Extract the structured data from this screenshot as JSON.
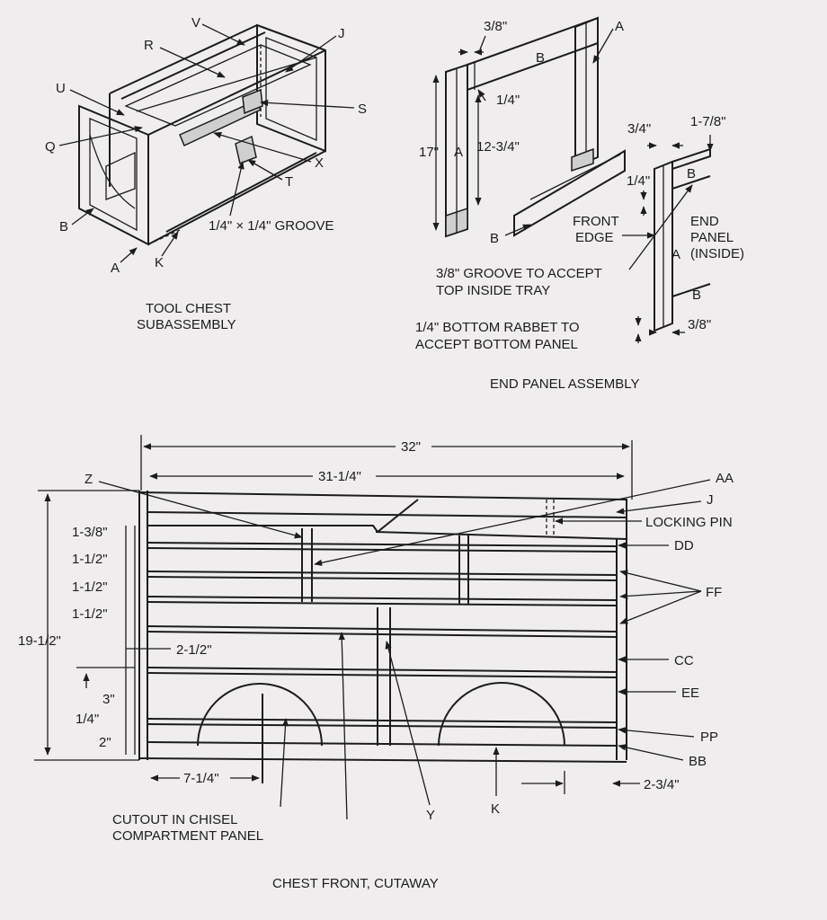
{
  "tool_chest": {
    "caption_line1": "TOOL CHEST",
    "caption_line2": "SUBASSEMBLY",
    "labels": {
      "V": "V",
      "J": "J",
      "R": "R",
      "U": "U",
      "S": "S",
      "Q": "Q",
      "X": "X",
      "T": "T",
      "B": "B",
      "A": "A",
      "K": "K"
    },
    "groove_note": "1/4\" × 1/4\" GROOVE"
  },
  "end_panel": {
    "caption": "END PANEL ASSEMBLY",
    "dims": {
      "three_eighths_top": "3/8\"",
      "quarter_top": "1/4\"",
      "seventeen": "17\"",
      "twelve_three_quarter": "12-3/4\"",
      "three_quarter": "3/4\"",
      "one_seven_eighths": "1-7/8\"",
      "quarter_side": "1/4\"",
      "three_eighths_bottom": "3/8\""
    },
    "labels": {
      "A_top": "A",
      "B_top": "B",
      "A_left": "A",
      "B_bottom": "B",
      "B_detail_top": "B",
      "A_detail": "A",
      "B_detail_bottom": "B"
    },
    "front_edge_line1": "FRONT",
    "front_edge_line2": "EDGE",
    "end_panel_line1": "END",
    "end_panel_line2": "PANEL",
    "end_panel_line3": "(INSIDE)",
    "groove_note_line1": "3/8\" GROOVE TO ACCEPT",
    "groove_note_line2": "TOP INSIDE TRAY",
    "rabbet_note_line1": "1/4\" BOTTOM RABBET TO",
    "rabbet_note_line2": "ACCEPT BOTTOM PANEL"
  },
  "chest_front": {
    "caption": "CHEST FRONT, CUTAWAY",
    "dims": {
      "overall_width": "32\"",
      "inner_width": "31-1/4\"",
      "overall_height": "19-1/2\"",
      "d1": "1-3/8\"",
      "d2": "1-1/2\"",
      "d3": "1-1/2\"",
      "d4": "1-1/2\"",
      "d5": "2-1/2\"",
      "d6": "3\"",
      "d7": "1/4\"",
      "d8": "2\"",
      "cutout_offset": "7-1/4\"",
      "right_offset": "2-3/4\""
    },
    "labels": {
      "Z": "Z",
      "AA": "AA",
      "J": "J",
      "locking_pin": "LOCKING PIN",
      "DD": "DD",
      "FF": "FF",
      "CC": "CC",
      "EE": "EE",
      "PP": "PP",
      "BB": "BB",
      "Y": "Y",
      "K": "K"
    },
    "cutout_note_line1": "CUTOUT IN CHISEL",
    "cutout_note_line2": "COMPARTMENT PANEL"
  }
}
